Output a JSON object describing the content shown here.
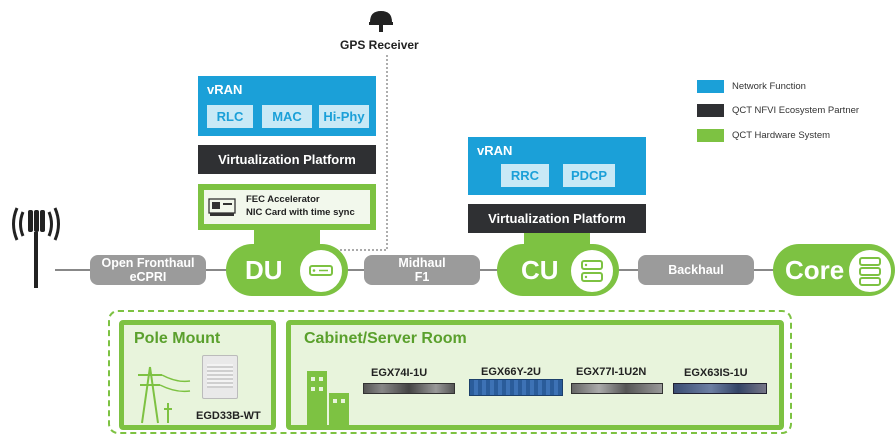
{
  "gps": {
    "label": "GPS Receiver",
    "icon": "gps-antenna-icon"
  },
  "legend": [
    {
      "label": "Network Function",
      "color": "#1ba0d8"
    },
    {
      "label": "QCT NFVI Ecosystem Partner",
      "color": "#2f3033"
    },
    {
      "label": "QCT Hardware System",
      "color": "#7dc242"
    }
  ],
  "du_stack": {
    "vran_title": "vRAN",
    "functions": [
      "RLC",
      "MAC",
      "Hi-Phy"
    ],
    "platform": "Virtualization Platform",
    "hardware_line1": "FEC Accelerator",
    "hardware_line2": "NIC Card with time sync"
  },
  "cu_stack": {
    "vran_title": "vRAN",
    "functions": [
      "RRC",
      "PDCP"
    ],
    "platform": "Virtualization Platform"
  },
  "chain": {
    "fronthaul_line1": "Open Fronthaul",
    "fronthaul_line2": "eCPRI",
    "du": "DU",
    "midhaul_line1": "Midhaul",
    "midhaul_line2": "F1",
    "cu": "CU",
    "backhaul": "Backhaul",
    "core": "Core"
  },
  "deployment": {
    "pole_title": "Pole Mount",
    "pole_model": "EGD33B-WT",
    "cabinet_title": "Cabinet/Server Room",
    "servers": [
      "EGX74I-1U",
      "EGX66Y-2U",
      "EGX77I-1U2N",
      "EGX63IS-1U"
    ]
  }
}
